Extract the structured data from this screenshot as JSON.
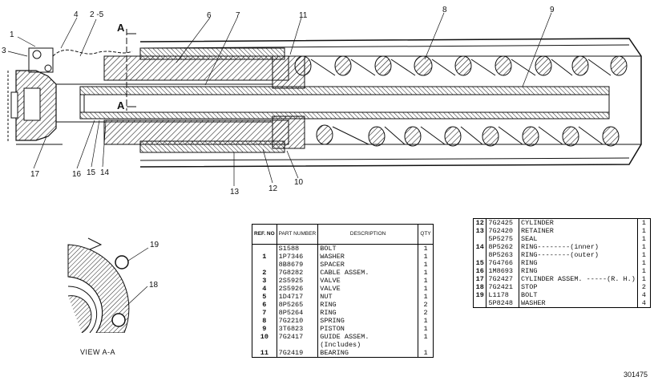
{
  "callouts": {
    "c1": "1",
    "c2_5": "2 -5",
    "c3": "3",
    "c4": "4",
    "c6": "6",
    "c7": "7",
    "c8": "8",
    "c9": "9",
    "c10": "10",
    "c11": "11",
    "c12": "12",
    "c13": "13",
    "c14": "14",
    "c15": "15",
    "c16": "16",
    "c17": "17",
    "c18": "18",
    "c19": "19",
    "sectionA_top": "A",
    "sectionA_bottom": "A"
  },
  "view_label": "VIEW A-A",
  "table_headers": {
    "ref": "REF. NO",
    "part": "PART NUMBER",
    "desc": "DESCRIPTION",
    "qty": "QTY"
  },
  "parts_left": [
    {
      "ref": "",
      "pn": "S1588",
      "desc": "BOLT",
      "qty": "1"
    },
    {
      "ref": "1",
      "pn": "1P7346",
      "desc": "WASHER",
      "qty": "1"
    },
    {
      "ref": "",
      "pn": "8B8679",
      "desc": "SPACER",
      "qty": "1"
    },
    {
      "ref": "2",
      "pn": "7G8282",
      "desc": "CABLE ASSEM.",
      "qty": "1"
    },
    {
      "ref": "3",
      "pn": "2S5925",
      "desc": "VALVE",
      "qty": "1"
    },
    {
      "ref": "4",
      "pn": "2S5926",
      "desc": "VALVE",
      "qty": "1"
    },
    {
      "ref": "5",
      "pn": "1D4717",
      "desc": "NUT",
      "qty": "1"
    },
    {
      "ref": "6",
      "pn": "8P5265",
      "desc": "RING",
      "qty": "2"
    },
    {
      "ref": "7",
      "pn": "8P5264",
      "desc": "RING",
      "qty": "2"
    },
    {
      "ref": "8",
      "pn": "7G2210",
      "desc": "SPRING",
      "qty": "1"
    },
    {
      "ref": "9",
      "pn": "3T6823",
      "desc": "PISTON",
      "qty": "1"
    },
    {
      "ref": "10",
      "pn": "7G2417",
      "desc": "GUIDE ASSEM.",
      "qty": "1"
    },
    {
      "ref": "",
      "pn": "",
      "desc": "(Includes)",
      "qty": ""
    },
    {
      "ref": "11",
      "pn": "7G2419",
      "desc": "BEARING",
      "qty": "1"
    }
  ],
  "parts_right": [
    {
      "ref": "12",
      "pn": "7G2425",
      "desc": "CYLINDER",
      "qty": "1"
    },
    {
      "ref": "13",
      "pn": "7G2420",
      "desc": "RETAINER",
      "qty": "1"
    },
    {
      "ref": "",
      "pn": "5P5275",
      "desc": "SEAL",
      "qty": "1"
    },
    {
      "ref": "14",
      "pn": "8P5262",
      "desc": "RING--------(inner)",
      "qty": "1"
    },
    {
      "ref": "",
      "pn": "8P5263",
      "desc": "RING--------(outer)",
      "qty": "1"
    },
    {
      "ref": "15",
      "pn": "7G4766",
      "desc": "RING",
      "qty": "1"
    },
    {
      "ref": "16",
      "pn": "1M8693",
      "desc": "RING",
      "qty": "1"
    },
    {
      "ref": "17",
      "pn": "7G2427",
      "desc": "CYLINDER ASSEM. -----(R. H.)",
      "qty": "1"
    },
    {
      "ref": "18",
      "pn": "7G2421",
      "desc": "STOP",
      "qty": "2"
    },
    {
      "ref": "19",
      "pn": "L1178",
      "desc": "BOLT",
      "qty": "4"
    },
    {
      "ref": "",
      "pn": "5P8248",
      "desc": "WASHER",
      "qty": "4"
    }
  ],
  "doc_number": "301475"
}
